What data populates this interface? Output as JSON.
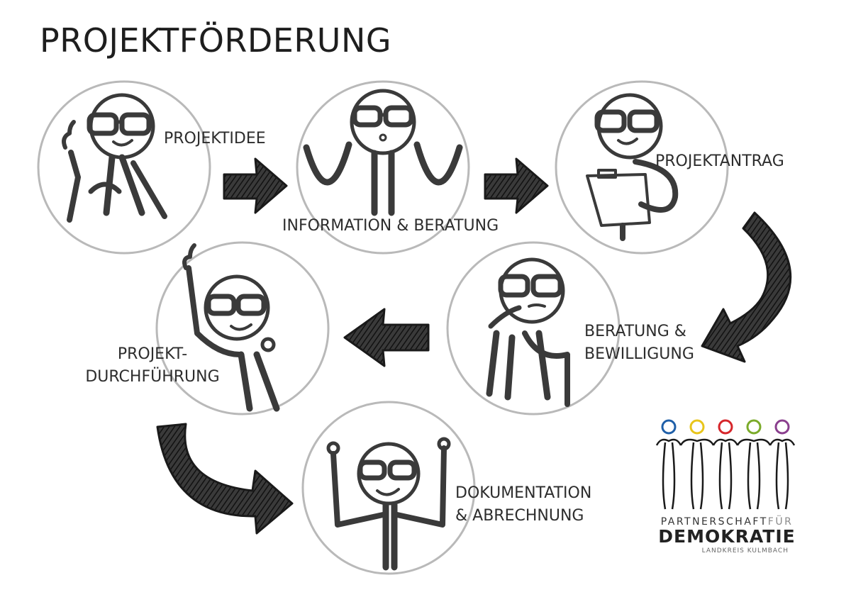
{
  "title": "PROJEKTFÖRDERUNG",
  "steps": [
    {
      "id": "projektidee",
      "label": [
        "PROJEKTIDEE"
      ]
    },
    {
      "id": "information",
      "label": [
        "INFORMATION & BERATUNG"
      ]
    },
    {
      "id": "projektantrag",
      "label": [
        "PROJEKTANTRAG"
      ]
    },
    {
      "id": "beratung",
      "label": [
        "BERATUNG &",
        "BEWILLIGUNG"
      ]
    },
    {
      "id": "durchfuehrung",
      "label": [
        "PROJEKT-",
        "DURCHFÜHRUNG"
      ]
    },
    {
      "id": "dokumentation",
      "label": [
        "DOKUMENTATION",
        "& ABRECHNUNG"
      ]
    }
  ],
  "logo": {
    "line1_a": "PARTNERSCHAFT",
    "line1_b": "FÜR",
    "line2": "DEMOKRATIE",
    "line3": "LANDKREIS KULMBACH",
    "ring_colors": [
      "#1f5fa8",
      "#e8c51b",
      "#d6262b",
      "#7bab2a",
      "#8a3f8e"
    ]
  },
  "colors": {
    "circle_stroke": "#b9b9b9",
    "figure": "#3a3a3a",
    "arrow": "#2b2b2b"
  }
}
